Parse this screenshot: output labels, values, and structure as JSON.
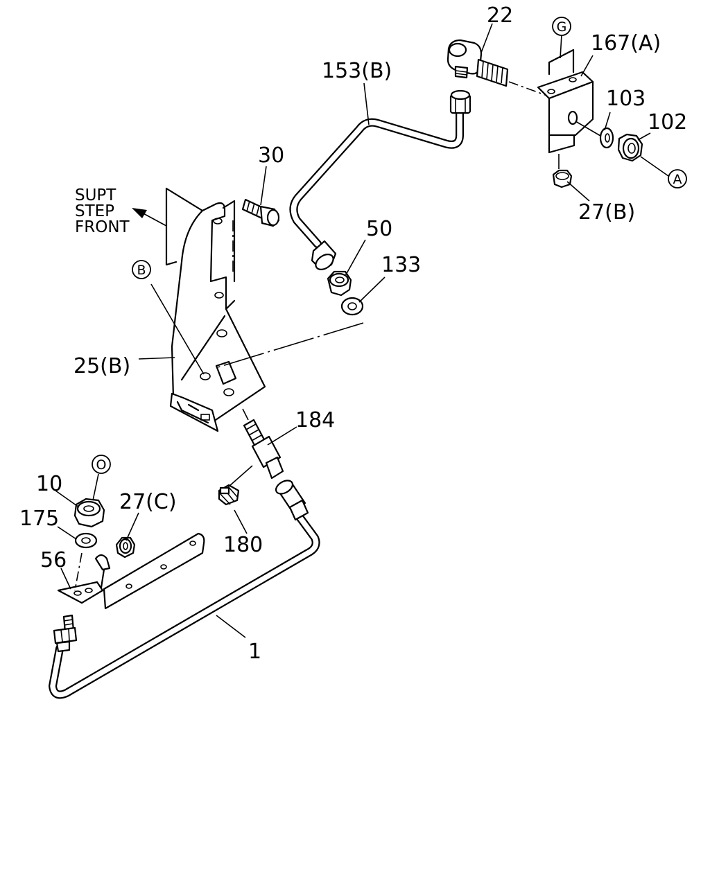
{
  "callouts": {
    "p22": "22",
    "p167a": "167(A)",
    "p153b": "153(B)",
    "p103": "103",
    "p102": "102",
    "p27b": "27(B)",
    "p30": "30",
    "p50": "50",
    "p133": "133",
    "p25b": "25(B)",
    "p184": "184",
    "p10": "10",
    "p27c": "27(C)",
    "p175": "175",
    "p180": "180",
    "p56": "56",
    "p1": "1"
  },
  "reference_circles": {
    "g": "G",
    "a": "A",
    "b": "B",
    "o": "O"
  },
  "direction_note": {
    "line1": "SUPT",
    "line2": "STEP",
    "line3": "FRONT"
  }
}
